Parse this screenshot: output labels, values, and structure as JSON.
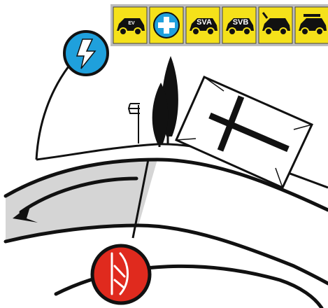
{
  "toolbar": {
    "icons": [
      {
        "icon": "electric-vehicle-car-icon",
        "label": "EV"
      },
      {
        "icon": "medical-cross-icon",
        "label": ""
      },
      {
        "icon": "service-vehicle-a-icon",
        "label": "SVA"
      },
      {
        "icon": "service-vehicle-b-icon",
        "label": "SVB"
      },
      {
        "icon": "tow-truck-icon",
        "label": ""
      },
      {
        "icon": "fire-truck-icon",
        "label": ""
      }
    ],
    "background_color": "#f5e11a",
    "frame_color": "#8a8a8a"
  },
  "markers": {
    "electric": {
      "icon": "lightning-bolt-icon",
      "color": "#1fa0dc"
    },
    "road_cut": {
      "icon": "cut-tool-icon",
      "color": "#e02a1e"
    }
  },
  "scene": {
    "road_color": "#d5d5d5",
    "line_color": "#111111",
    "landmarks": [
      "tree-icon",
      "signpost-icon",
      "cross-grave-icon"
    ]
  }
}
